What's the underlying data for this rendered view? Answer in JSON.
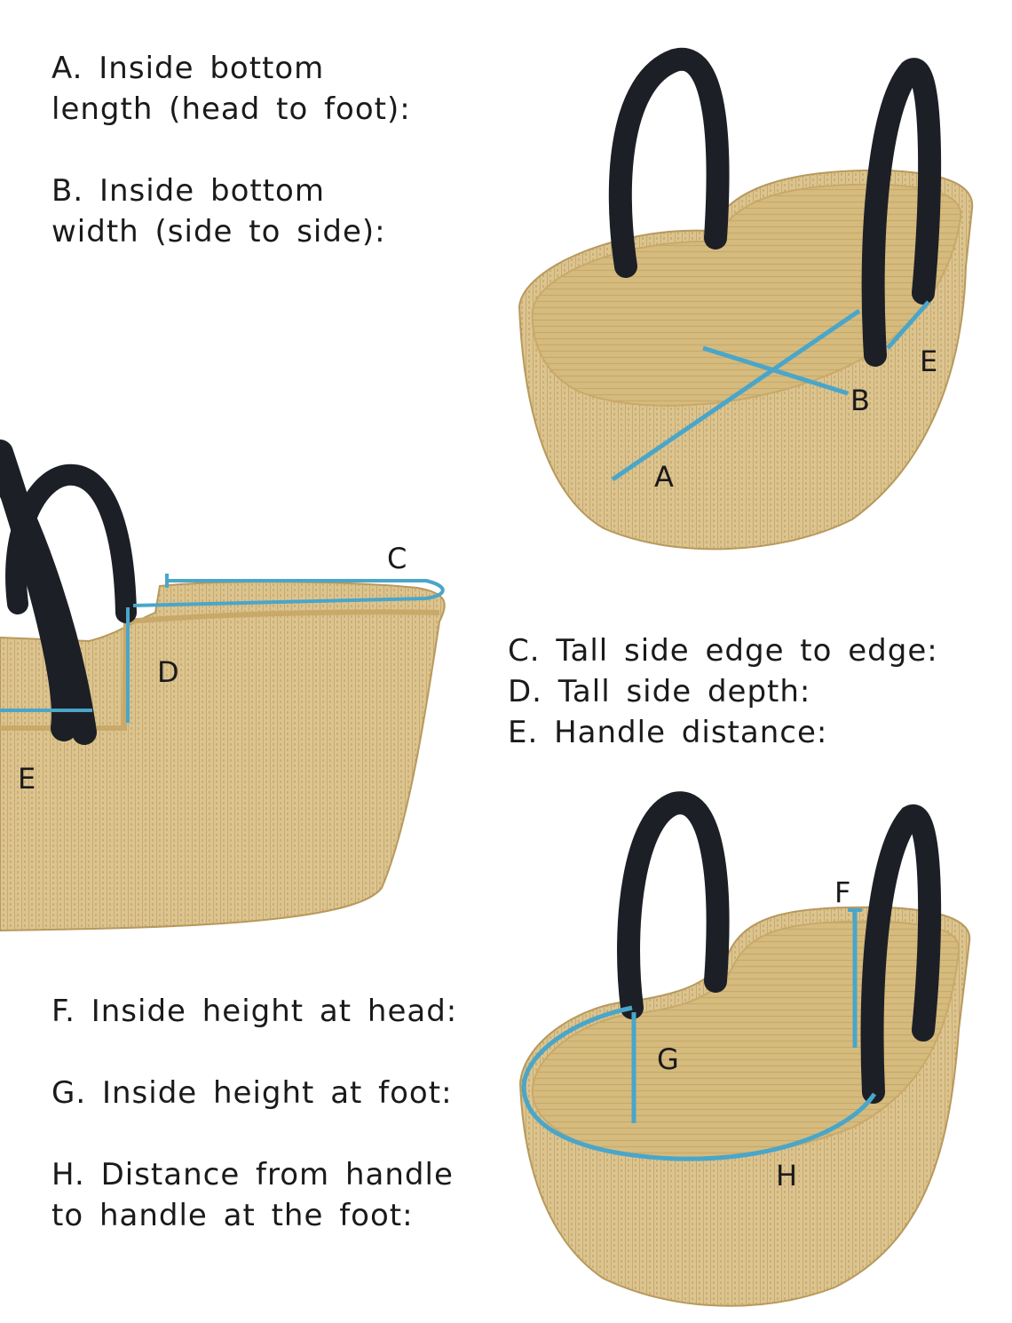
{
  "measurements": {
    "a": [
      "A. Inside bottom",
      "length (head to foot):"
    ],
    "b": [
      "B. Inside bottom",
      "width (side to side):"
    ],
    "c": "C. Tall side edge to edge:",
    "d": "D. Tall side depth:",
    "e": "E. Handle distance:",
    "f": "F. Inside height at head:",
    "g": "G. Inside height at foot:",
    "h": [
      "H. Distance from handle",
      "to handle at the foot:"
    ]
  },
  "figure_labels": {
    "top": {
      "a": "A",
      "b": "B",
      "e": "E"
    },
    "middle": {
      "c": "C",
      "d": "D",
      "e": "E"
    },
    "bottom": {
      "f": "F",
      "g": "G",
      "h": "H"
    }
  },
  "colors": {
    "measure_line": "#4aa6c9",
    "basket_straw": "#dcc48f",
    "basket_inside": "#d4b676",
    "handle": "#1c1f26"
  }
}
